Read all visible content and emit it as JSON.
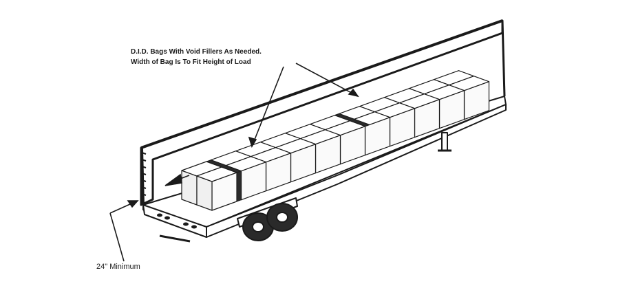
{
  "annotations": {
    "bags_line1": "D.I.D. Bags With Void Fillers As Needed.",
    "bags_line2": "Width of Bag Is To Fit Height of Load",
    "minimum": "24\" Minimum"
  },
  "colors": {
    "ink": "#1a1a1a",
    "background": "#ffffff",
    "box_face": "#fafafa",
    "bag": "#2a2a2a"
  }
}
